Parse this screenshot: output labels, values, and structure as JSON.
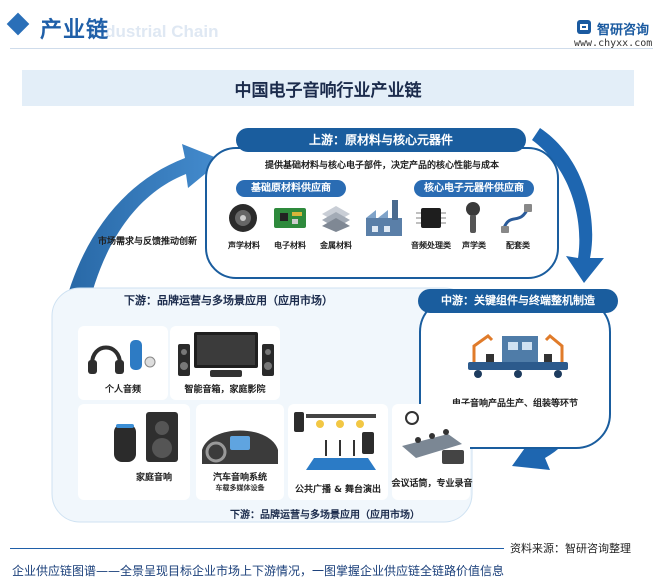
{
  "header": {
    "title": "产业链",
    "watermark": "Industrial Chain",
    "brand_name": "智研咨询",
    "brand_url": "www.chyxx.com",
    "brand_icon": "zhiyan-logo-icon"
  },
  "main_title": "中国电子音响行业产业链",
  "upstream": {
    "title": "上游：原材料与核心元器件",
    "subtitle": "提供基础材料与核心电子部件，决定产品的核心性能与成本",
    "basic_group": "基础原材料供应商",
    "core_group": "核心电子元器件供应商",
    "items": [
      {
        "label": "声学材料",
        "icon": "speaker-cone-icon"
      },
      {
        "label": "电子材料",
        "icon": "circuit-board-icon"
      },
      {
        "label": "金属材料",
        "icon": "metal-sheets-icon"
      },
      {
        "label": "",
        "icon": "factory-icon"
      },
      {
        "label": "音频处理类",
        "icon": "chip-icon"
      },
      {
        "label": "声学类",
        "icon": "microphone-icon"
      },
      {
        "label": "配套类",
        "icon": "cable-connector-icon"
      }
    ]
  },
  "feedback_label": "市场需求与反馈推动创新",
  "midstream": {
    "title": "中游：关键组件与终端整机制造",
    "caption": "电子音响产品生产、组装等环节"
  },
  "downstream": {
    "title": "下游：品牌运营与多场景应用（应用市场）",
    "bottom_title": "下游：品牌运营与多场景应用（应用市场）",
    "items": [
      {
        "label": "个人音频",
        "icon": "headphones-icon"
      },
      {
        "label": "智能音箱，家庭影院",
        "icon": "home-theater-icon"
      },
      {
        "label": "家庭音响",
        "icon": "home-speaker-icon"
      },
      {
        "label": "汽车音响系统",
        "sub": "车载多媒体设备",
        "icon": "car-dashboard-icon"
      },
      {
        "label": "公共广播 & 舞台演出",
        "icon": "stage-lights-icon"
      },
      {
        "label": "会议话筒，专业录音",
        "icon": "conference-table-icon"
      }
    ]
  },
  "footer": {
    "source": "资料来源：智研咨询整理",
    "text": "企业供应链图谱——全景呈现目标企业市场上下游情况，一图掌握企业供应链全链路价值信息"
  },
  "colors": {
    "primary": "#1a5d9e",
    "accent": "#2a6fb8",
    "arrow": "#1e66b0",
    "light": "#e3eef8"
  }
}
